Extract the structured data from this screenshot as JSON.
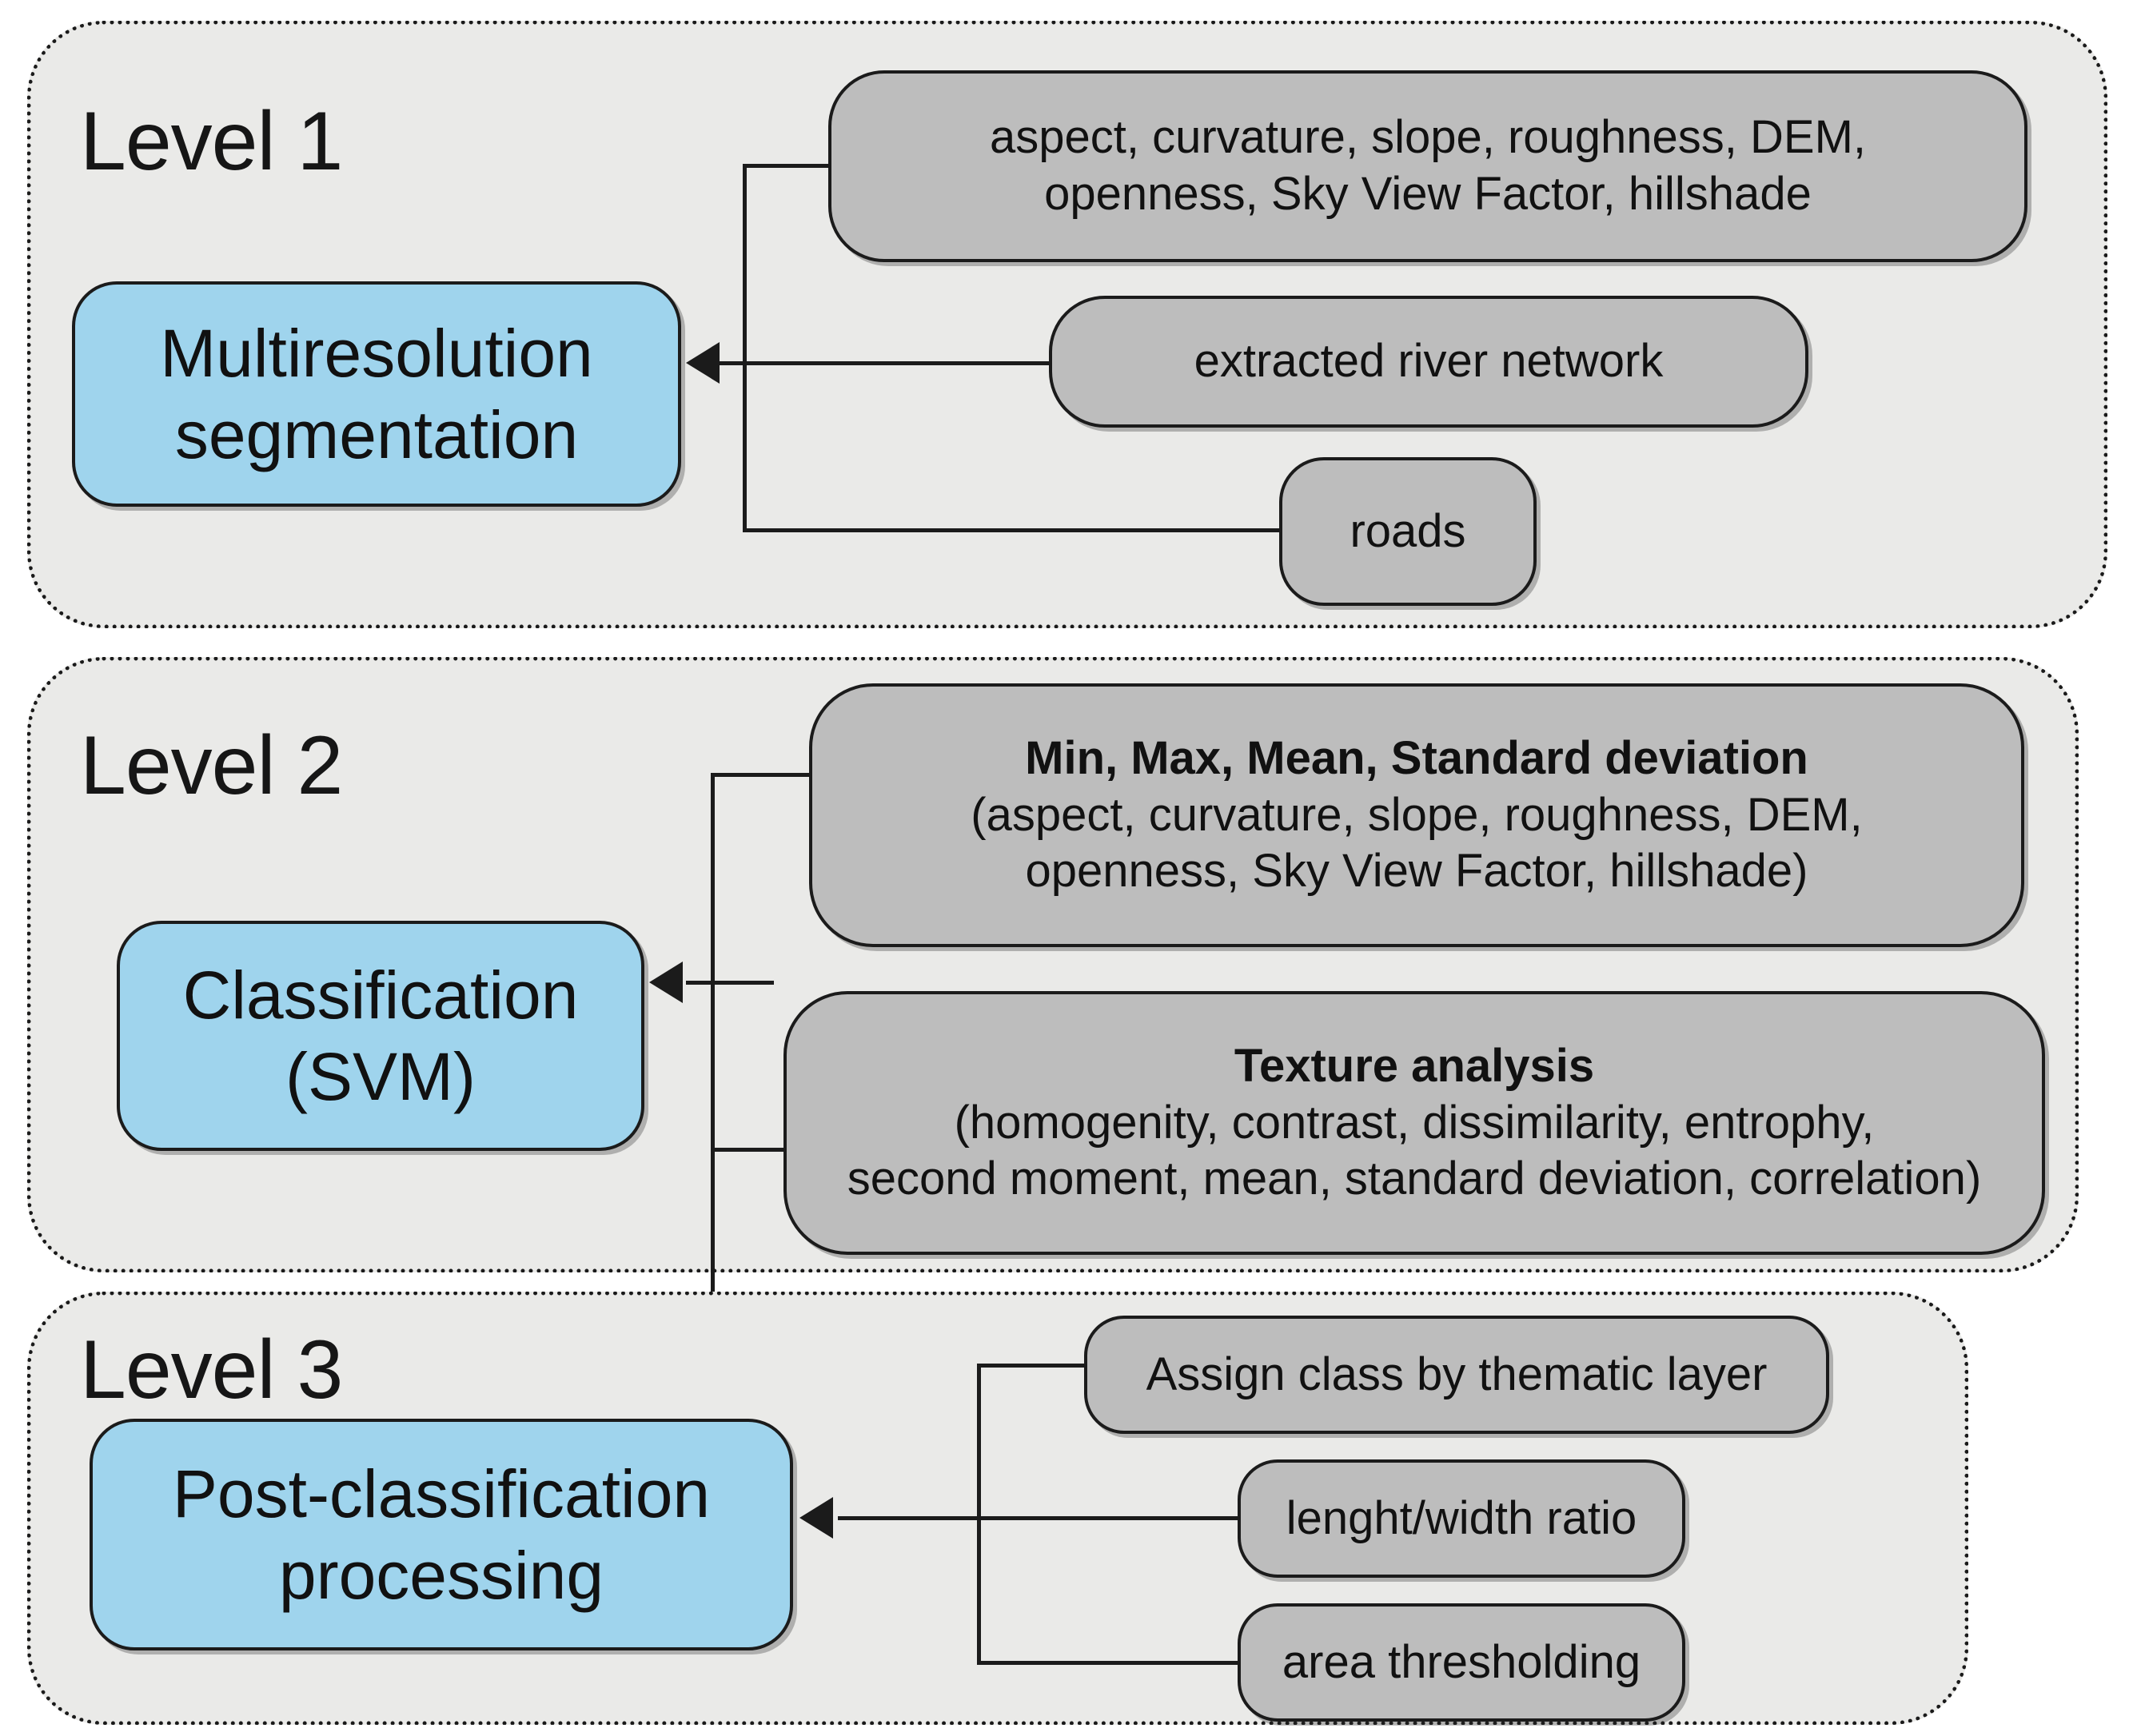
{
  "diagram": {
    "title_present": false,
    "colors": {
      "panel_background": "#eaeae8",
      "panel_border": "#1a1a1a",
      "process_node": "#9fd4ed",
      "input_node": "#bdbdbd",
      "connector": "#1b1b1b",
      "text": "#111111"
    },
    "levels": [
      {
        "label": "Level 1",
        "process": {
          "lines": [
            "Multiresolution",
            "segmentation"
          ]
        },
        "inputs": [
          {
            "lines": [
              "aspect, curvature, slope, roughness, DEM,",
              "openness, Sky View Factor, hillshade"
            ],
            "emphasis": null
          },
          {
            "lines": [
              "extracted river network"
            ],
            "emphasis": null
          },
          {
            "lines": [
              "roads"
            ],
            "emphasis": null
          }
        ]
      },
      {
        "label": "Level 2",
        "process": {
          "lines": [
            "Classification",
            "(SVM)"
          ]
        },
        "inputs": [
          {
            "emphasis": "Min, Max, Mean, Standard deviation",
            "lines": [
              "(aspect, curvature, slope, roughness, DEM,",
              "openness, Sky View Factor, hillshade)"
            ]
          },
          {
            "emphasis": "Texture analysis",
            "lines": [
              "(homogenity, contrast, dissimilarity, entrophy,",
              "second moment, mean, standard deviation, correlation)"
            ]
          }
        ]
      },
      {
        "label": "Level 3",
        "process": {
          "lines": [
            "Post-classification",
            "processing"
          ]
        },
        "inputs": [
          {
            "lines": [
              "Assign class by thematic layer"
            ],
            "emphasis": null
          },
          {
            "lines": [
              "lenght/width ratio"
            ],
            "emphasis": null
          },
          {
            "lines": [
              "area thresholding"
            ],
            "emphasis": null
          }
        ]
      }
    ]
  }
}
